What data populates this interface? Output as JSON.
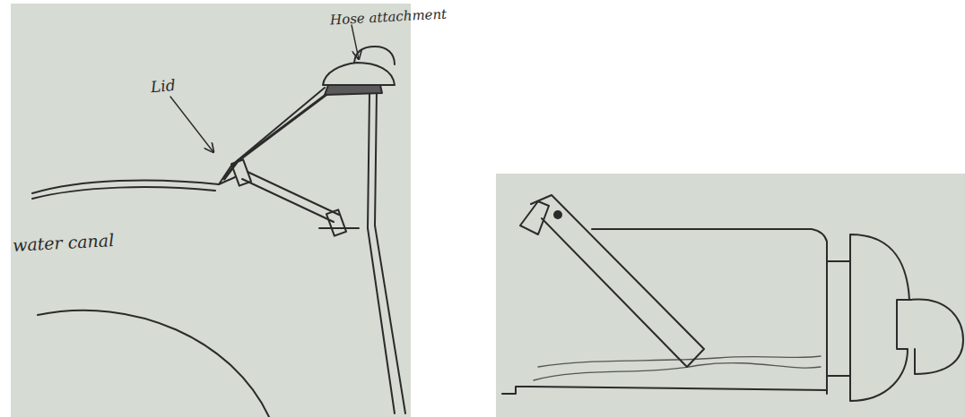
{
  "diagram": {
    "labels": [
      "Hose attachment",
      "Lid",
      "water canal"
    ]
  }
}
